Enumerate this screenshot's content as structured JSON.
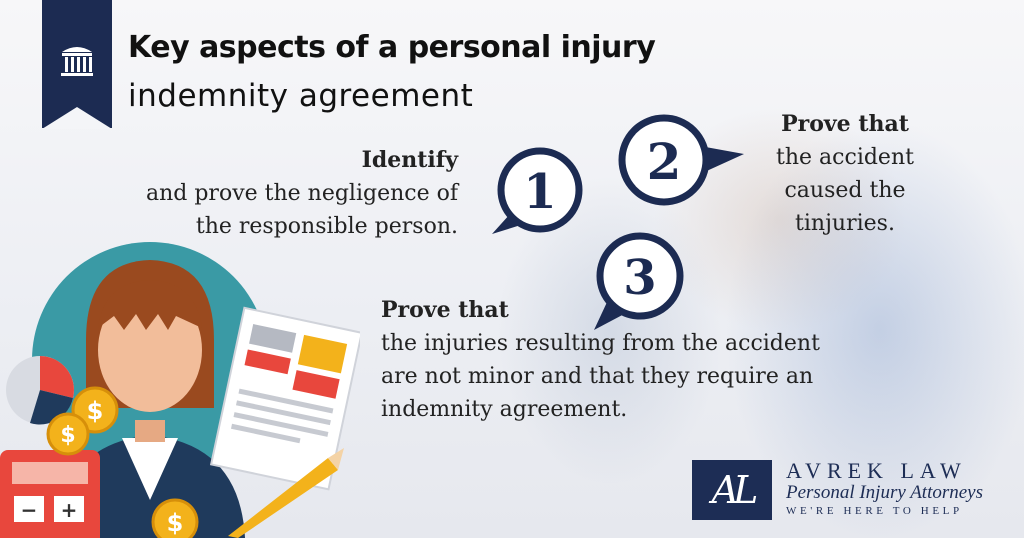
{
  "header": {
    "title_line1": "Key aspects of a personal injury",
    "title_line2": "indemnity agreement"
  },
  "steps": [
    {
      "number": "1",
      "heading": "Identify",
      "lines": [
        "and prove the negligence of",
        "the responsible person."
      ]
    },
    {
      "number": "2",
      "heading": "Prove that",
      "lines": [
        "the accident",
        "caused the",
        "tinjuries."
      ]
    },
    {
      "number": "3",
      "heading": "Prove that",
      "lines": [
        "the injuries resulting from the accident",
        "are not minor and that they require an",
        "indemnity agreement."
      ]
    }
  ],
  "logo": {
    "monogram": "AL",
    "name": "AVREK LAW",
    "subtitle": "Personal Injury Attorneys",
    "tagline": "WE'RE HERE TO HELP"
  },
  "icons": {
    "bookmark": "courthouse-icon",
    "coin_symbol": "$",
    "calculator_minus": "−",
    "calculator_plus": "+"
  },
  "colors": {
    "navy": "#1c2b52",
    "coin": "#f3b21b",
    "teal": "#3a9aa5",
    "skin": "#f2bd9a",
    "hair": "#9a4a1f",
    "calculator": "#e8473d"
  }
}
